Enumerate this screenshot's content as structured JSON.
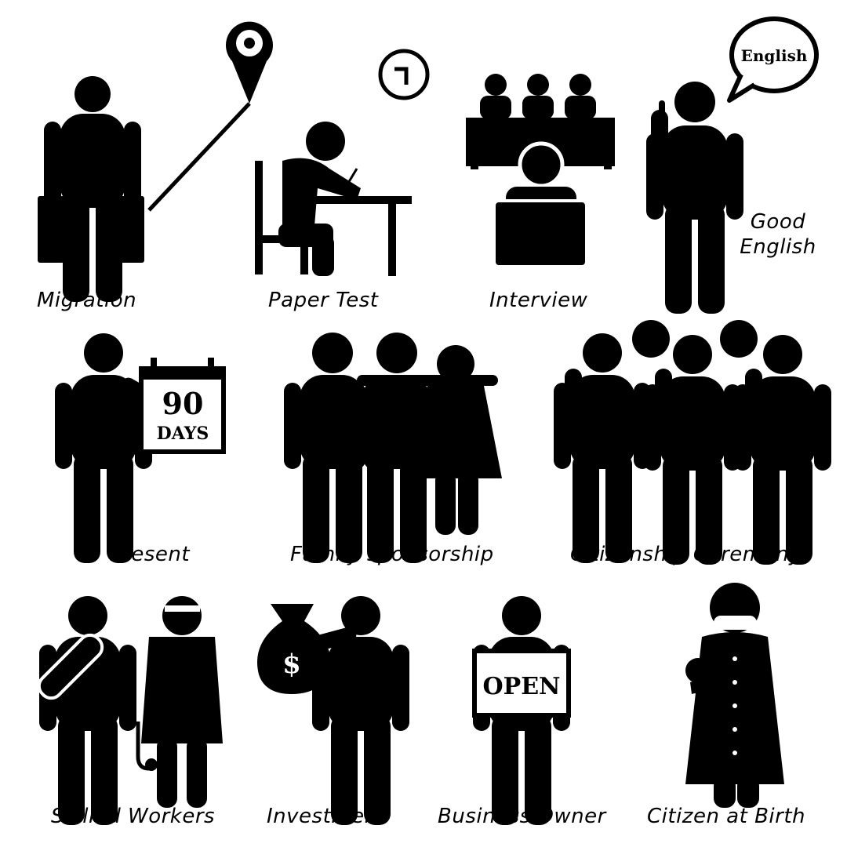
{
  "pictograms": [
    {
      "id": "migration",
      "label": "Migration"
    },
    {
      "id": "paper-test",
      "label": "Paper Test"
    },
    {
      "id": "interview",
      "label": "Interview"
    },
    {
      "id": "good-english",
      "label": "Good English",
      "label_lines": [
        "Good",
        "English"
      ],
      "speech_bubble": "English"
    },
    {
      "id": "present",
      "label": "Present",
      "calendar_number": "90",
      "calendar_unit": "DAYS"
    },
    {
      "id": "family-sponsorship",
      "label": "Family sponsorship"
    },
    {
      "id": "citizenship-ceremony",
      "label": "Citizenship Ceremony"
    },
    {
      "id": "skilled-workers",
      "label": "Skilled Workers"
    },
    {
      "id": "investment",
      "label": "Investment",
      "bag_symbol": "$"
    },
    {
      "id": "business-owner",
      "label": "Business Owner",
      "sign_text": "OPEN"
    },
    {
      "id": "citizen-at-birth",
      "label": "Citizen at Birth"
    }
  ],
  "colors": {
    "ink": "#000000",
    "paper": "#ffffff"
  }
}
